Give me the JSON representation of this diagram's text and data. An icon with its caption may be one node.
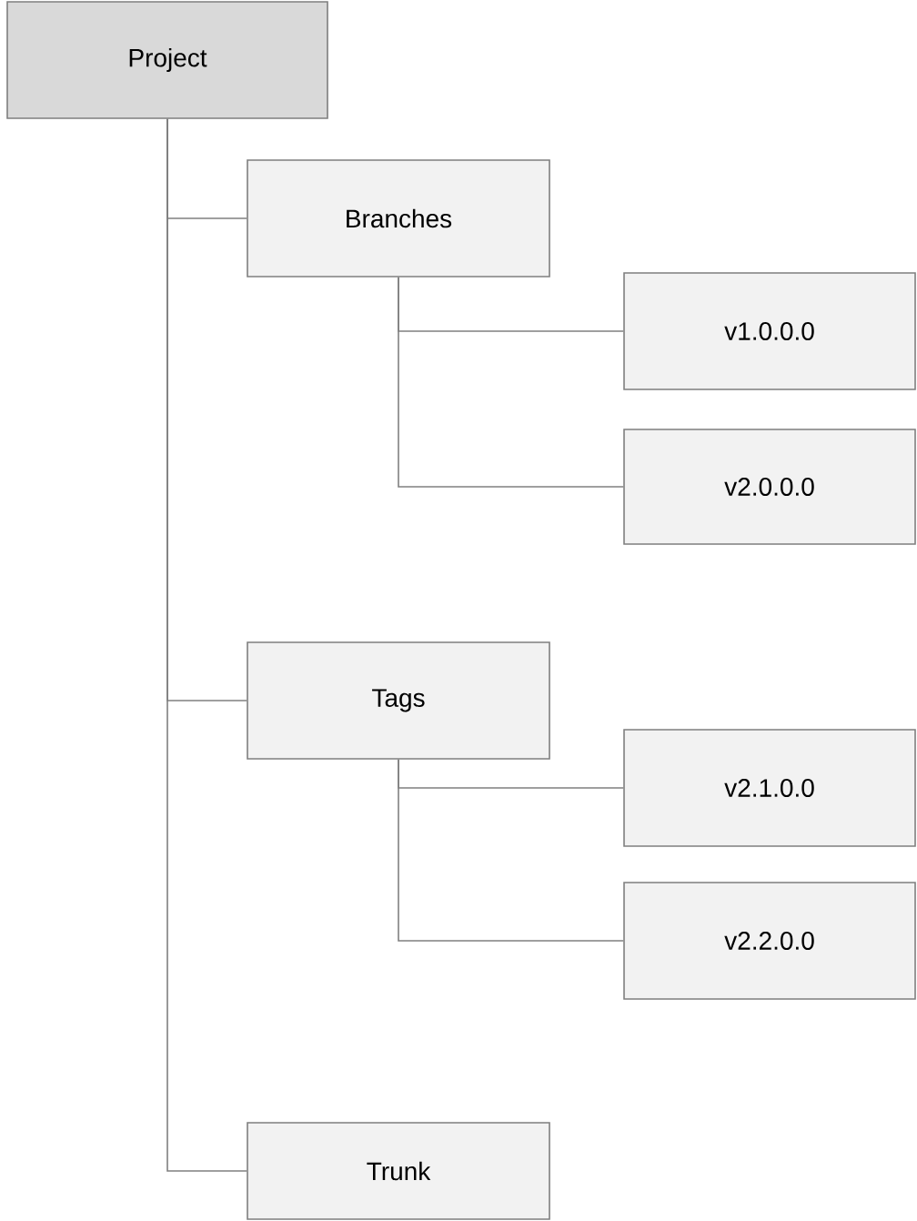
{
  "diagram": {
    "nodes": [
      {
        "text": [
          "Project"
        ]
      },
      {
        "text": [
          "Branches"
        ]
      },
      {
        "text": [
          "v1.0.0.0"
        ]
      },
      {
        "text": [
          "v2.0.0.0"
        ]
      },
      {
        "text": [
          "Tags"
        ]
      },
      {
        "text": [
          "v2.1.0.0"
        ]
      },
      {
        "text": [
          "v2.2.0.0"
        ]
      },
      {
        "text": [
          "Trunk"
        ]
      }
    ],
    "edges": [
      {
        "from": 0,
        "to": 1,
        "arrow": "none"
      },
      {
        "from": 1,
        "to": 2,
        "arrow": "none"
      },
      {
        "from": 1,
        "to": 3,
        "arrow": "none"
      },
      {
        "from": 0,
        "to": 4,
        "arrow": "none"
      },
      {
        "from": 4,
        "to": 5,
        "arrow": "none"
      },
      {
        "from": 4,
        "to": 6,
        "arrow": "none"
      },
      {
        "from": 0,
        "to": 7,
        "arrow": "none"
      }
    ]
  }
}
